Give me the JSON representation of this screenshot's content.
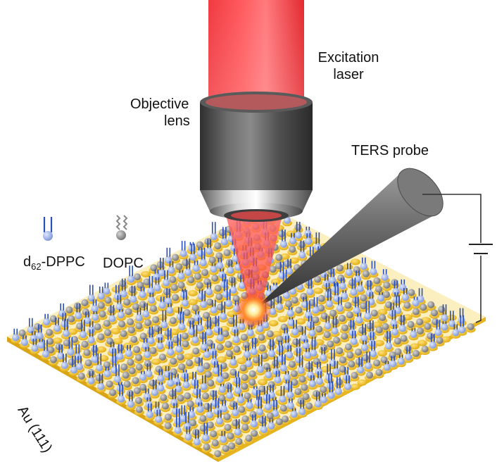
{
  "labels": {
    "excitation_laser": [
      "Excitation",
      "laser"
    ],
    "objective_lens": [
      "Objective",
      "lens"
    ],
    "ters_probe": "TERS probe",
    "legend_dppc_main": "d",
    "legend_dppc_sub": "62",
    "legend_dppc_rest": "-DPPC",
    "legend_dopc": "DOPC",
    "substrate": "Au (111)"
  },
  "colors": {
    "laser": "#e8141c",
    "gold": "#f2c21b",
    "dopc_head": "#8e8e8e",
    "dppc_head": "#9fb4e6",
    "dppc_tail": "#2a4fb8",
    "lens_body": "#4d4d4d",
    "probe": "#6a6a6a",
    "wire": "#333333"
  },
  "icons": [
    "dppc-molecule-icon",
    "dopc-molecule-icon",
    "battery-icon"
  ]
}
